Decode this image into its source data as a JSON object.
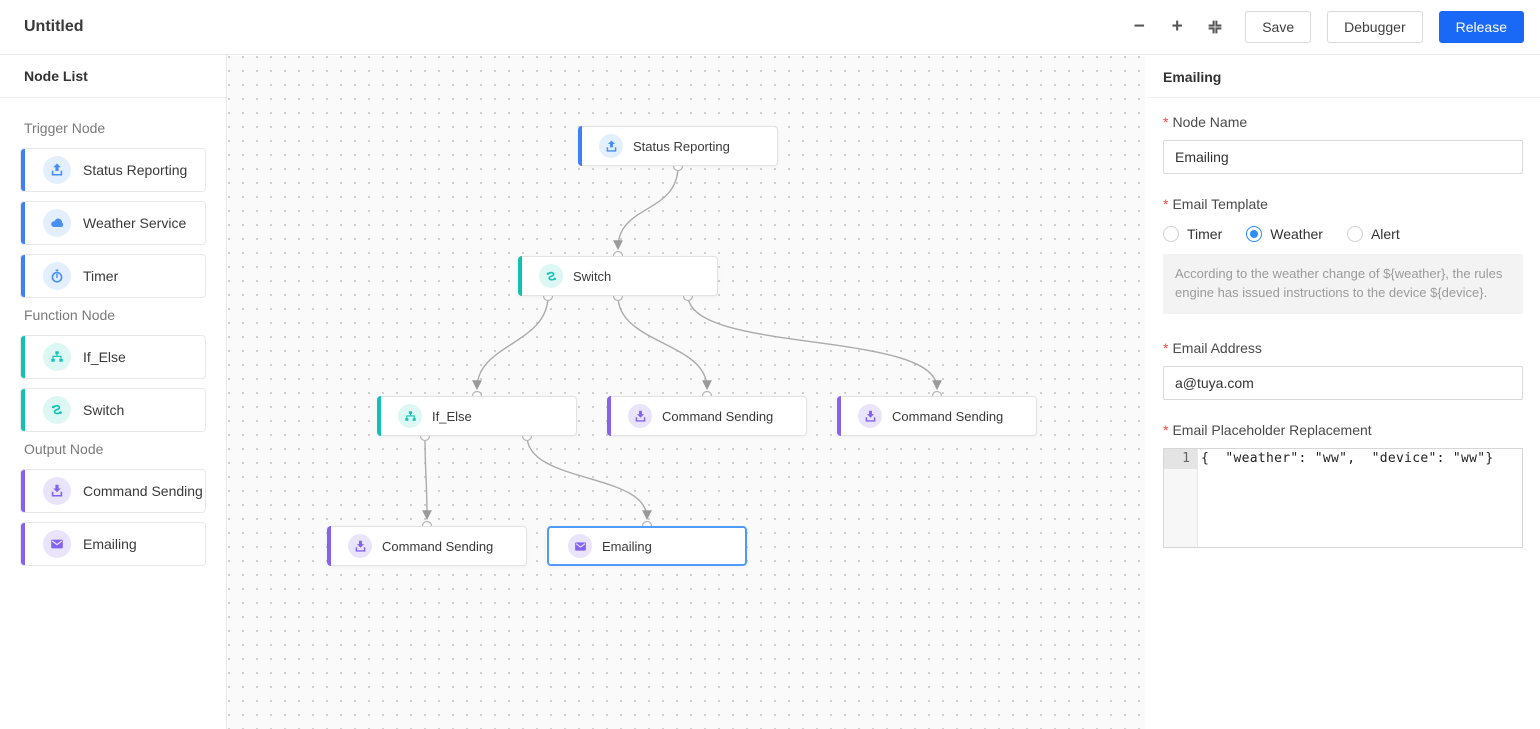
{
  "topbar": {
    "title": "Untitled",
    "zoom_out": "−",
    "zoom_in": "+",
    "save": "Save",
    "debugger": "Debugger",
    "release": "Release"
  },
  "sidebar": {
    "header": "Node List",
    "sections": [
      {
        "label": "Trigger Node",
        "items": [
          {
            "label": "Status Reporting",
            "icon": "status-reporting-icon",
            "color": "blue"
          },
          {
            "label": "Weather Service",
            "icon": "weather-icon",
            "color": "blue"
          },
          {
            "label": "Timer",
            "icon": "timer-icon",
            "color": "blue"
          }
        ]
      },
      {
        "label": "Function Node",
        "items": [
          {
            "label": "If_Else",
            "icon": "if-else-icon",
            "color": "teal"
          },
          {
            "label": "Switch",
            "icon": "switch-icon",
            "color": "teal"
          }
        ]
      },
      {
        "label": "Output Node",
        "items": [
          {
            "label": "Command Sending",
            "icon": "command-sending-icon",
            "color": "purple"
          },
          {
            "label": "Emailing",
            "icon": "emailing-icon",
            "color": "purple"
          }
        ]
      }
    ]
  },
  "canvas": {
    "nodes": [
      {
        "label": "Status Reporting",
        "type": "trigger",
        "selected": false
      },
      {
        "label": "Switch",
        "type": "function",
        "selected": false
      },
      {
        "label": "If_Else",
        "type": "function",
        "selected": false
      },
      {
        "label": "Command Sending",
        "type": "output",
        "selected": false
      },
      {
        "label": "Command Sending",
        "type": "output",
        "selected": false
      },
      {
        "label": "Command Sending",
        "type": "output",
        "selected": false
      },
      {
        "label": "Emailing",
        "type": "output",
        "selected": true
      }
    ]
  },
  "panel": {
    "title": "Emailing",
    "node_name": {
      "label": "Node Name",
      "value": "Emailing"
    },
    "email_template": {
      "label": "Email Template",
      "options": [
        "Timer",
        "Weather",
        "Alert"
      ],
      "selected": "Weather",
      "description": "According to the weather change of ${weather}, the rules engine has issued instructions to the device ${device}."
    },
    "email_address": {
      "label": "Email Address",
      "value": "a@tuya.com"
    },
    "placeholder_replacement": {
      "label": "Email Placeholder Replacement",
      "line_number": "1",
      "code": "{  \"weather\": \"ww\",  \"device\": \"ww\"}"
    }
  },
  "colors": {
    "accent_blue": "#3f80f6",
    "accent_teal": "#10c2b2",
    "accent_purple": "#8662f0",
    "primary_button": "#1a69f6",
    "selected_node_border": "#4f9bfa",
    "edge": "#a6a6a6"
  }
}
